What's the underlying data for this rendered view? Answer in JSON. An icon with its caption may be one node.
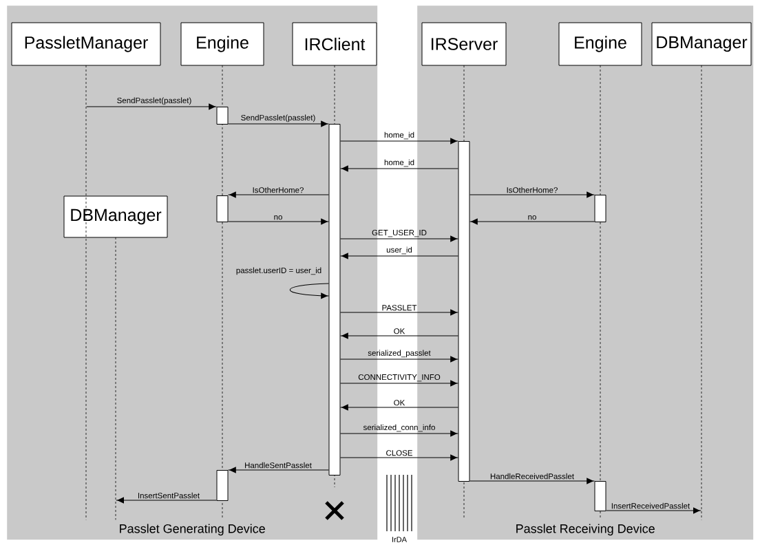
{
  "diagram": {
    "nodes": [
      {
        "text": [
          "Passlet Generating Device"
        ]
      },
      {
        "text": [
          "Passlet Receiving Device"
        ]
      },
      {
        "text": [
          "PassletManager"
        ],
        "in": 0
      },
      {
        "text": [
          "Engine"
        ],
        "in": 0
      },
      {
        "text": [
          "IRClient"
        ],
        "in": 0
      },
      {
        "text": [
          "DBManager"
        ],
        "in": 0
      },
      {
        "text": [
          "IRServer"
        ],
        "in": 1
      },
      {
        "text": [
          "Engine"
        ],
        "in": 1
      },
      {
        "text": [
          "DBManager"
        ],
        "in": 1
      },
      {
        "text": [],
        "shape": "bar",
        "in": 0
      },
      {
        "text": [],
        "shape": "bar",
        "in": 0
      },
      {
        "text": [],
        "shape": "bar",
        "in": 0
      },
      {
        "text": [],
        "shape": "bar",
        "in": 0
      },
      {
        "text": [],
        "shape": "bar",
        "in": 1
      },
      {
        "text": [],
        "shape": "bar",
        "in": 1
      },
      {
        "text": [],
        "shape": "bar",
        "in": 1
      },
      {
        "text": [],
        "shape": "line",
        "in": 0
      },
      {
        "text": [],
        "shape": "line",
        "in": 0
      },
      {
        "text": [],
        "shape": "line",
        "in": 1
      }
    ],
    "edges": [
      {
        "from": 16,
        "to": 9,
        "arrow": "to",
        "label": "SendPasslet(passlet)"
      },
      {
        "from": 9,
        "to": 10,
        "arrow": "to",
        "label": "SendPasslet(passlet)"
      },
      {
        "from": 10,
        "to": 13,
        "arrow": "to",
        "label": "home_id"
      },
      {
        "from": 13,
        "to": 10,
        "arrow": "to",
        "label": "home_id"
      },
      {
        "from": 10,
        "to": 11,
        "arrow": "to",
        "label": "IsOtherHome?"
      },
      {
        "from": 11,
        "to": 10,
        "arrow": "to",
        "label": "no"
      },
      {
        "from": 13,
        "to": 14,
        "arrow": "to",
        "label": "IsOtherHome?"
      },
      {
        "from": 14,
        "to": 13,
        "arrow": "to",
        "label": "no"
      },
      {
        "from": 10,
        "to": 13,
        "arrow": "to",
        "label": "GET_USER_ID"
      },
      {
        "from": 13,
        "to": 10,
        "arrow": "to",
        "label": "user_id"
      },
      {
        "from": 10,
        "to": 10,
        "arrow": "to",
        "label": "passlet.userID = user_id"
      },
      {
        "from": 10,
        "to": 13,
        "arrow": "to",
        "label": "PASSLET"
      },
      {
        "from": 13,
        "to": 10,
        "arrow": "to",
        "label": "OK"
      },
      {
        "from": 10,
        "to": 13,
        "arrow": "to",
        "label": "serialized_passlet"
      },
      {
        "from": 10,
        "to": 13,
        "arrow": "to",
        "label": "CONNECTIVITY_INFO"
      },
      {
        "from": 13,
        "to": 10,
        "arrow": "to",
        "label": "OK"
      },
      {
        "from": 10,
        "to": 13,
        "arrow": "to",
        "label": "serialized_conn_info"
      },
      {
        "from": 10,
        "to": 13,
        "arrow": "to",
        "label": "CLOSE"
      },
      {
        "from": 10,
        "to": 12,
        "arrow": "to",
        "label": "HandleSentPasslet"
      },
      {
        "from": 12,
        "to": 17,
        "arrow": "to",
        "label": "InsertSentPasslet"
      },
      {
        "from": 13,
        "to": 15,
        "arrow": "to",
        "label": "HandleReceivedPasslet"
      },
      {
        "from": 15,
        "to": 18,
        "arrow": "to",
        "label": "InsertReceivedPasslet"
      }
    ],
    "labels": [
      "IrDA"
    ]
  }
}
